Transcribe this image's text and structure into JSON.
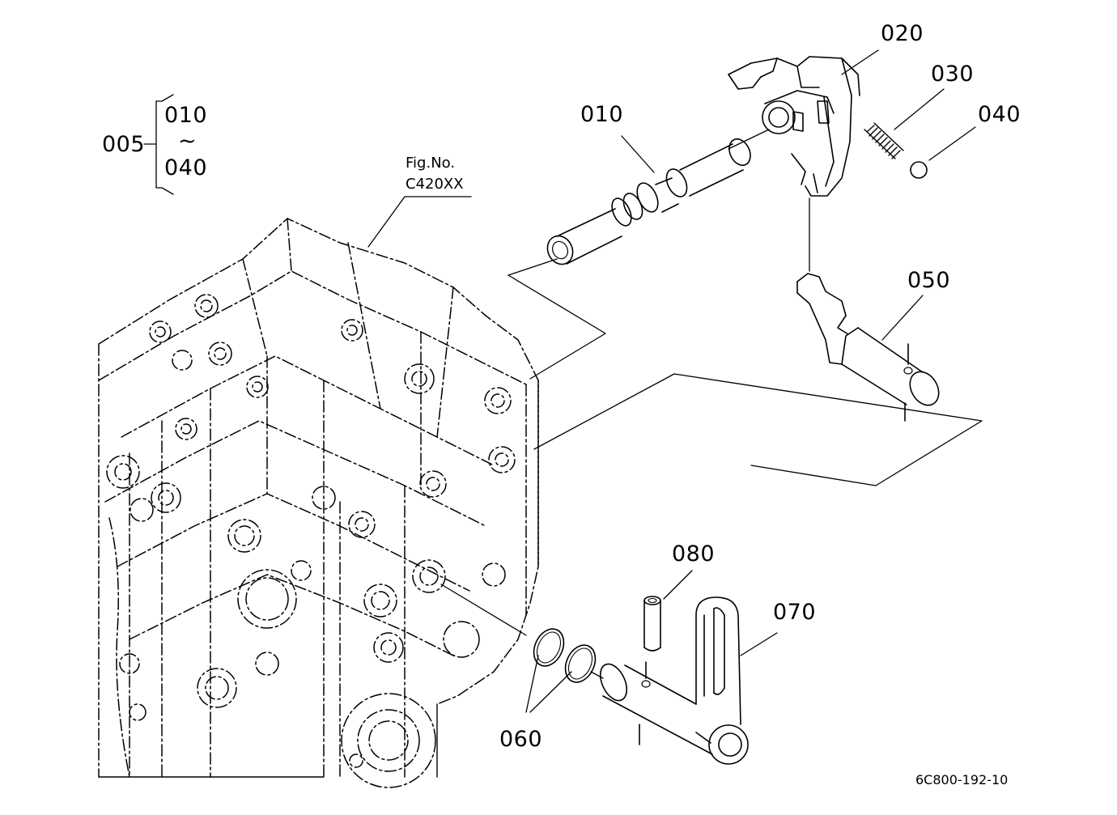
{
  "group": {
    "assembly": "005",
    "range_start": "010",
    "range_symbol": "~",
    "range_end": "040"
  },
  "figure_ref": {
    "label": "Fig.No.",
    "number": "C420XX"
  },
  "parts": {
    "p010": "010",
    "p020": "020",
    "p030": "030",
    "p040": "040",
    "p050": "050",
    "p060": "060",
    "p070": "070",
    "p080": "080"
  },
  "drawing_code": "6C800-192-10"
}
